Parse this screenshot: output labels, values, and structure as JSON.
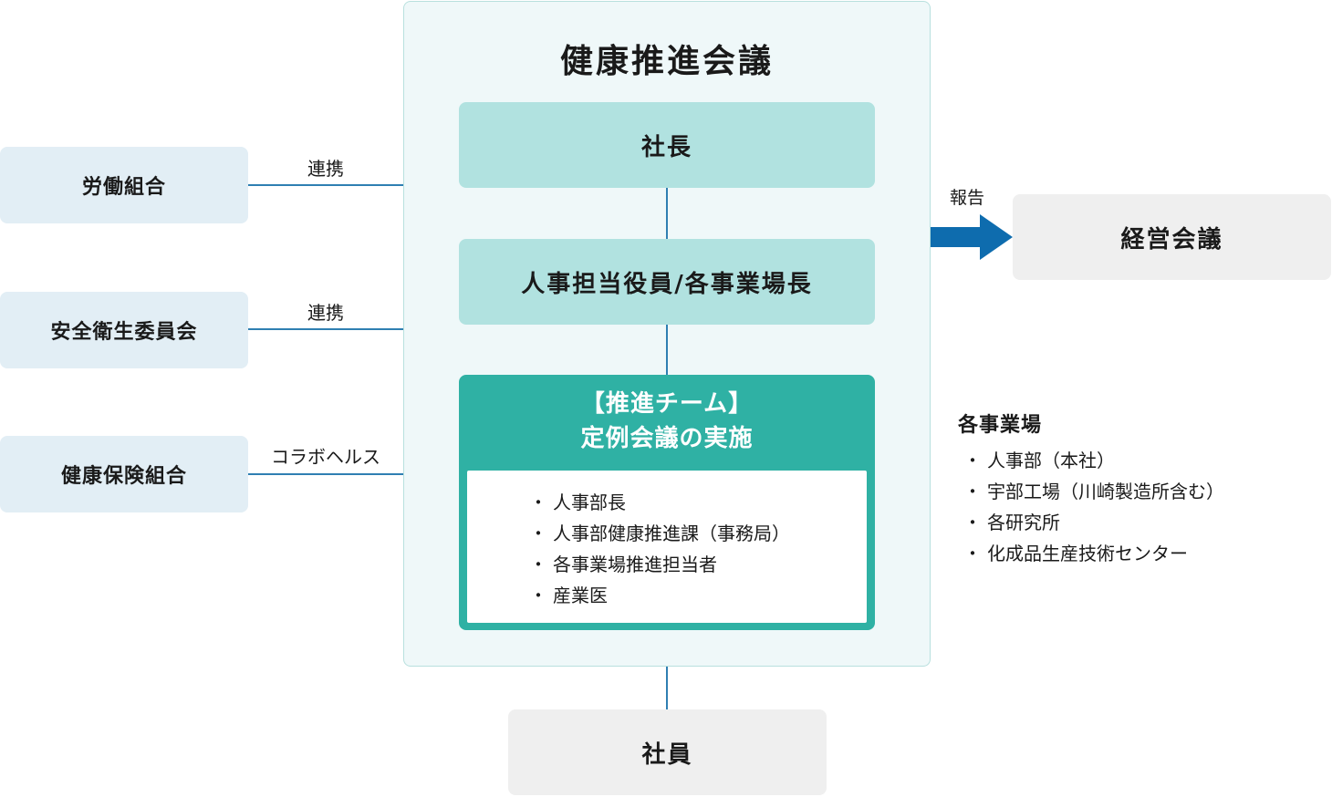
{
  "colors": {
    "left_box_bg": "#e2eef5",
    "connector": "#2f7fb2",
    "panel_bg": "#eff8f9",
    "panel_border": "#b8e0de",
    "role_bg": "#b1e2e0",
    "team_bg": "#2fb1a4",
    "grey_bg": "#efefef",
    "arrow": "#0e6cae"
  },
  "left_partners": [
    {
      "name": "労働組合",
      "link": "連携"
    },
    {
      "name": "安全衛生委員会",
      "link": "連携"
    },
    {
      "name": "健康保険組合",
      "link": "コラボヘルス"
    }
  ],
  "council": {
    "title": "健康推進会議",
    "president": "社長",
    "officers": "人事担当役員/各事業場長",
    "team": {
      "title_line1": "【推進チーム】",
      "title_line2": "定例会議の実施",
      "members": [
        "人事部長",
        "人事部健康推進課（事務局）",
        "各事業場推進担当者",
        "産業医"
      ]
    }
  },
  "report": {
    "label": "報告",
    "target": "経営会議"
  },
  "sites": {
    "title": "各事業場",
    "items": [
      "人事部（本社）",
      "宇部工場（川崎製造所含む）",
      "各研究所",
      "化成品生産技術センター"
    ]
  },
  "employees": "社員"
}
